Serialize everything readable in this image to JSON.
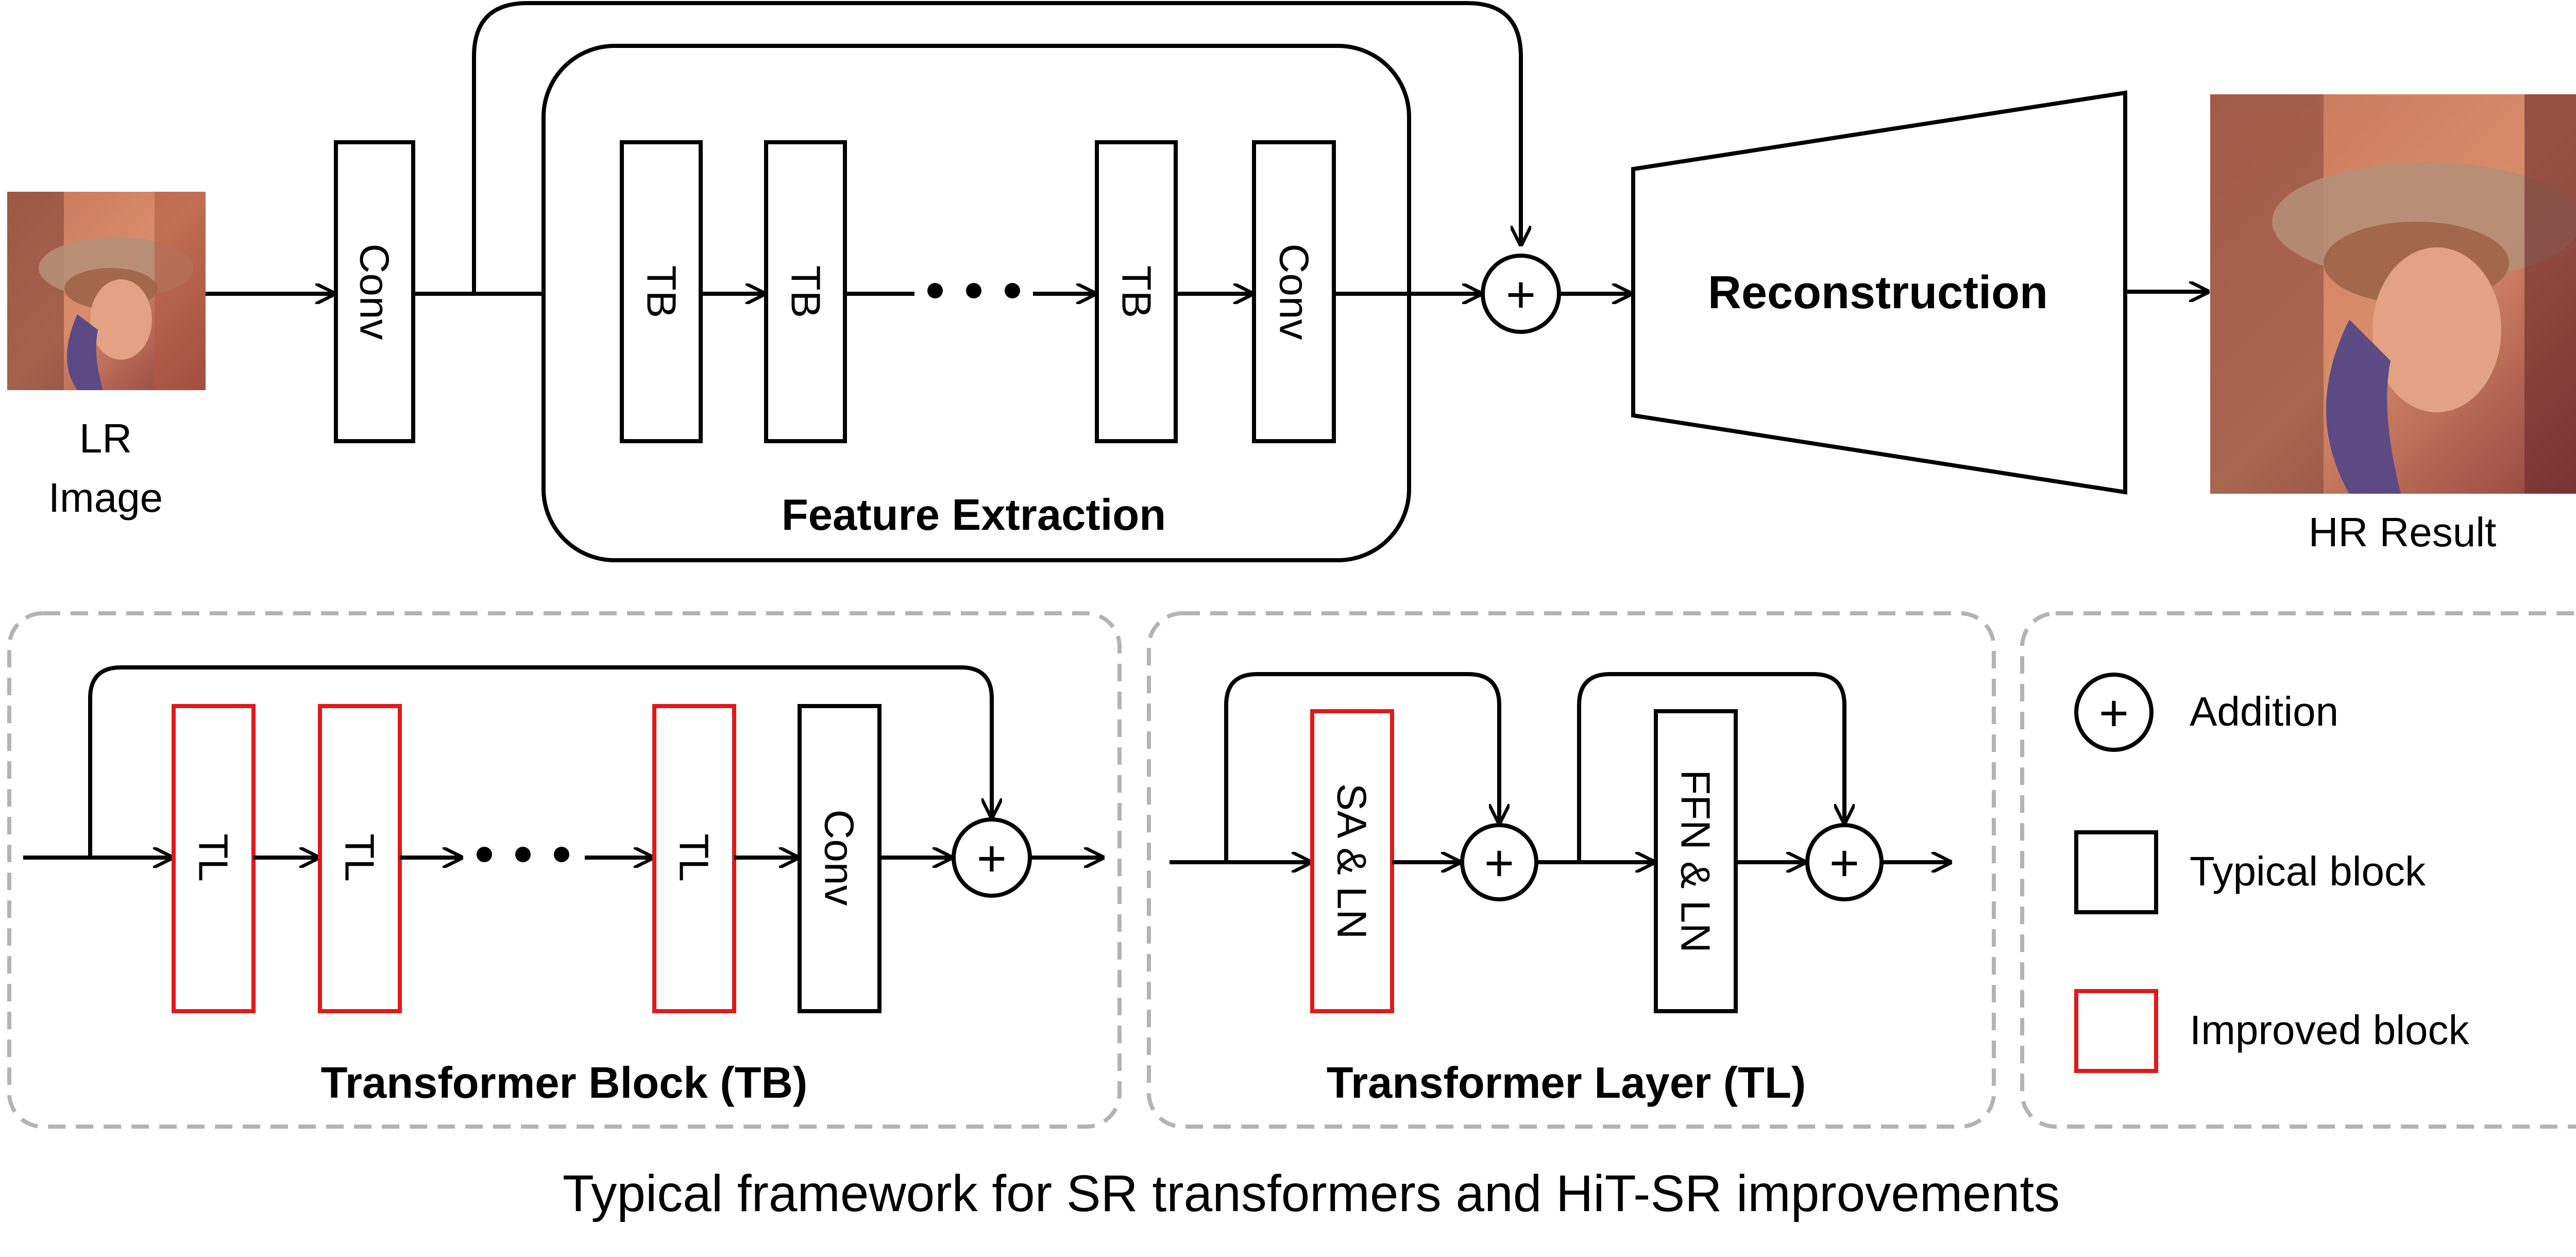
{
  "top": {
    "lr_label_line1": "LR",
    "lr_label_line2": "Image",
    "conv_label": "Conv",
    "tb_label": "TB",
    "conv2_label": "Conv",
    "feature_extraction_label": "Feature Extraction",
    "reconstruction_label": "Reconstruction",
    "hr_label": "HR Result",
    "plus": "+"
  },
  "transformer_block": {
    "title": "Transformer Block (TB)",
    "tl_label": "TL",
    "conv_label": "Conv",
    "plus": "+"
  },
  "transformer_layer": {
    "title": "Transformer Layer (TL)",
    "sa_label": "SA & LN",
    "ffn_label": "FFN & LN",
    "plus": "+"
  },
  "legend": {
    "addition_label": "Addition",
    "typical_label": "Typical block",
    "improved_label": "Improved block",
    "plus": "+",
    "colors": {
      "typical": "#000000",
      "improved": "#e0191b"
    }
  },
  "caption": "Typical framework for SR transformers and HiT-SR improvements"
}
